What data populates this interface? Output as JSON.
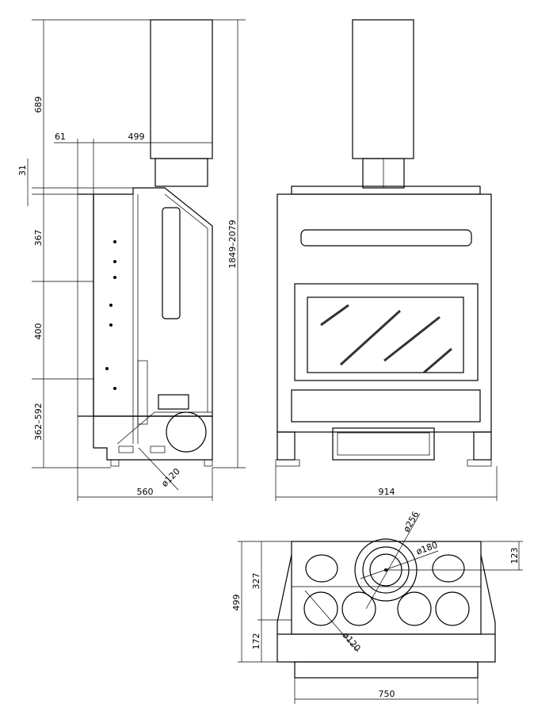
{
  "side_view": {
    "dimensions": {
      "flue_height": "689",
      "offset": "61",
      "depth_top": "499",
      "step": "31",
      "upper": "367",
      "middle": "400",
      "base_range": "362–592",
      "total_height": "1849–2079",
      "depth": "560",
      "air_inlet": "ø120"
    }
  },
  "front_view": {
    "dimensions": {
      "width": "914"
    }
  },
  "top_view": {
    "dimensions": {
      "flue_outer": "ø256",
      "flue_inner": "ø180",
      "flue_offset": "123",
      "depth_back": "327",
      "depth_total": "499",
      "depth_front": "172",
      "vent_hole": "ø120",
      "width": "750"
    }
  },
  "colors": {
    "line": "#000000",
    "background": "#ffffff"
  }
}
